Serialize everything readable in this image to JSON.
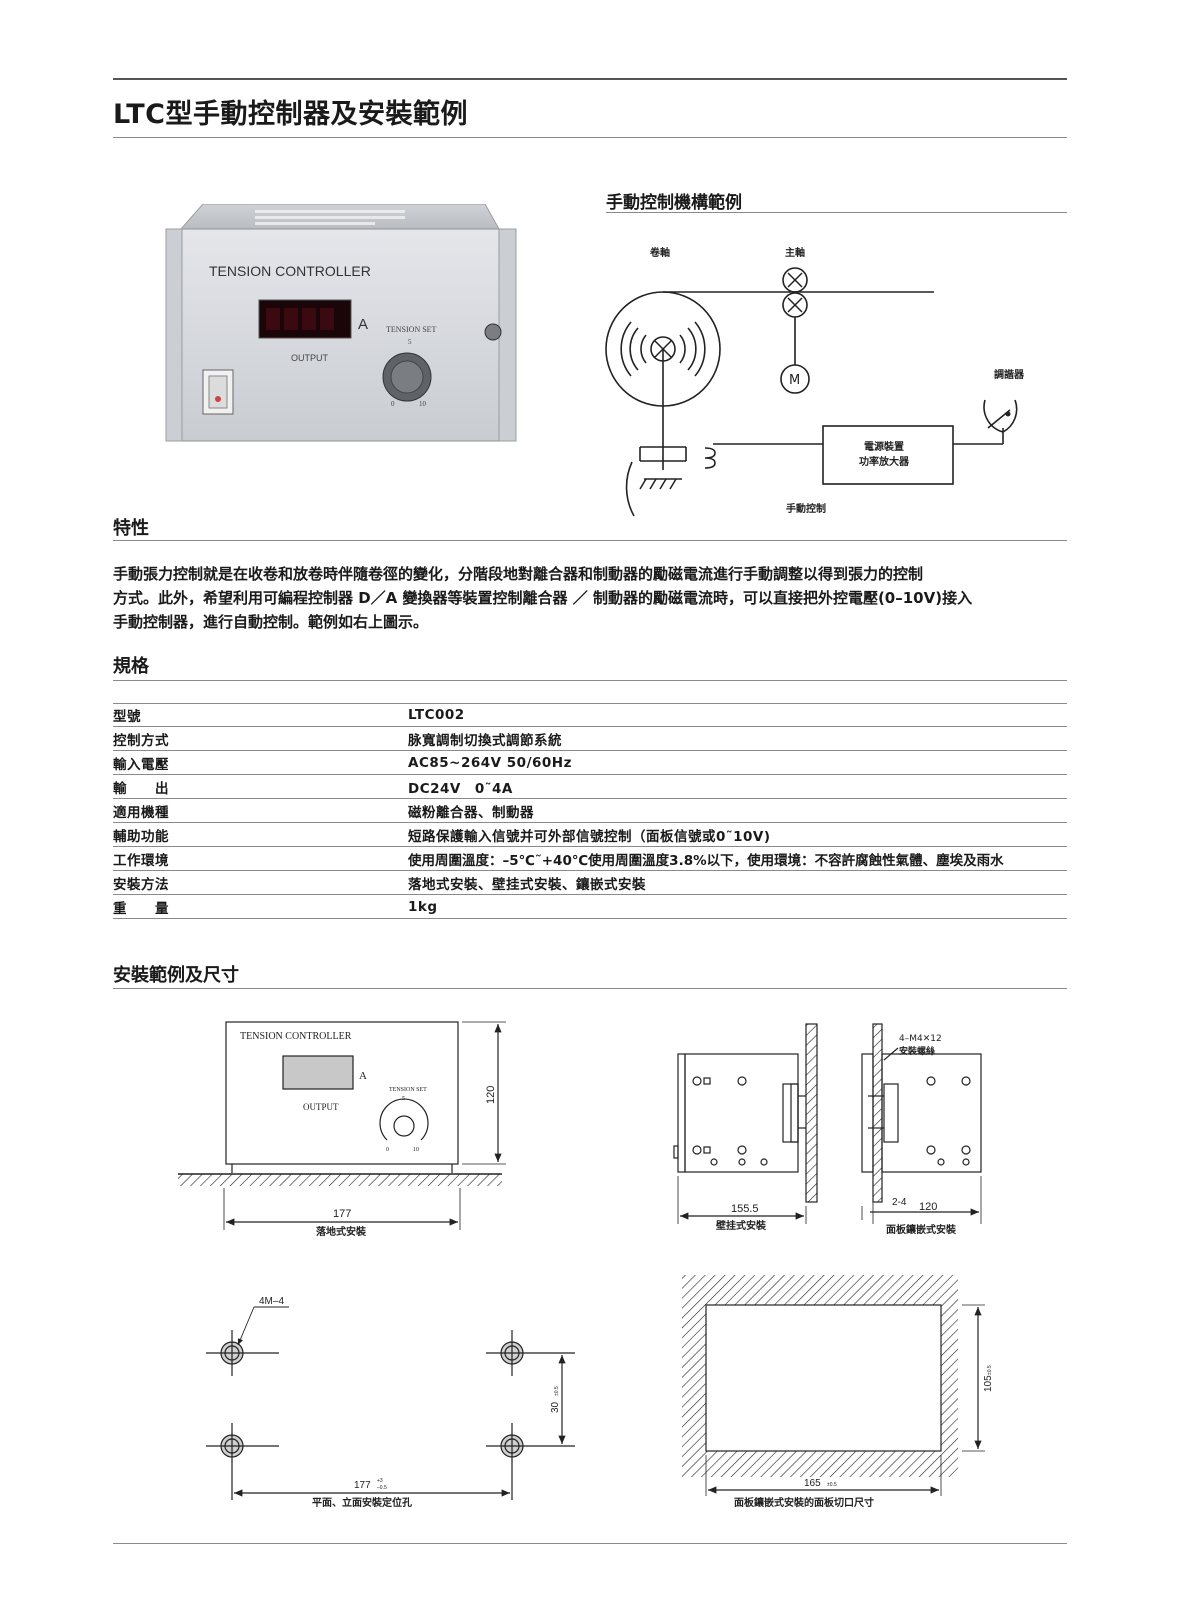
{
  "title": "LTC型手動控制器及安裝範例",
  "photo": {
    "brand_text": "TENSION CONTROLLER",
    "display_unit": "A",
    "output_label": "OUTPUT",
    "knob_label": "TENSION SET",
    "knob_mid": "5",
    "knob_min": "0",
    "knob_max": "10"
  },
  "mechanism": {
    "title": "手動控制機構範例",
    "label_reel": "卷軸",
    "label_spindle": "主軸",
    "label_motor": "M",
    "label_adjuster": "調諧器",
    "power_box_line1": "電源裝置",
    "power_box_line2": "功率放大器",
    "label_manual": "手動控制"
  },
  "features": {
    "heading": "特性",
    "lines": [
      "手動張力控制就是在收卷和放卷時伴隨卷徑的變化，分階段地對離合器和制動器的勵磁電流進行手動調整以得到張力的控制",
      "方式。此外，希望利用可編程控制器 D／A 變換器等裝置控制離合器 ／ 制動器的勵磁電流時，可以直接把外控電壓(0–10V)接入",
      "手動控制器，進行自動控制。範例如右上圖示。"
    ]
  },
  "specs": {
    "heading": "規格",
    "rows": [
      {
        "k": "型號",
        "v": "LTC002"
      },
      {
        "k": "控制方式",
        "v": "脉寬調制切換式調節系統"
      },
      {
        "k": "輸入電壓",
        "v": "AC85~264V 50/60Hz"
      },
      {
        "k": "輸　　出",
        "v": "DC24V　0˜4A"
      },
      {
        "k": "適用機種",
        "v": "磁粉離合器、制動器"
      },
      {
        "k": "輔助功能",
        "v": "短路保護輸入信號并可外部信號控制（面板信號或0˜10V)"
      },
      {
        "k": "工作環境",
        "v": "使用周圍溫度：–5℃˜+40℃使用周圍溫度3.8%以下，使用環境：不容許腐蝕性氣體、塵埃及雨水"
      },
      {
        "k": "安裝方法",
        "v": "落地式安裝、壁挂式安裝、鑲嵌式安裝"
      },
      {
        "k": "重　　量",
        "v": "1kg"
      }
    ]
  },
  "install": {
    "heading": "安裝範例及尺寸",
    "floor": {
      "brand_text": "TENSION  CONTROLLER",
      "unit": "A",
      "output": "OUTPUT",
      "knob_label": "TENSION SET",
      "knob_mid": "5",
      "knob_min": "0",
      "knob_max": "10",
      "dim_height": "120",
      "dim_width": "177",
      "caption": "落地式安裝"
    },
    "wall": {
      "dim_width": "155.5",
      "caption": "壁挂式安裝"
    },
    "panel": {
      "screw_line1": "4–M4✕12",
      "screw_line2": "安裝螺絲",
      "dim_gap": "2-4",
      "dim_depth": "120",
      "caption": "面板鑲嵌式安裝"
    },
    "holes": {
      "hole_label": "4M–4",
      "dim_vertical": "30",
      "dim_vertical_tol": "±0.5",
      "dim_width": "177",
      "tol_upper": "+3",
      "tol_lower": "–0.5",
      "caption": "平面、立面安裝定位孔"
    },
    "cutout": {
      "dim_height": "105",
      "dim_height_tol": "±0.5",
      "dim_width": "165",
      "dim_width_tol": "±0.5",
      "caption": "面板鑲嵌式安裝的面板切口尺寸"
    }
  }
}
